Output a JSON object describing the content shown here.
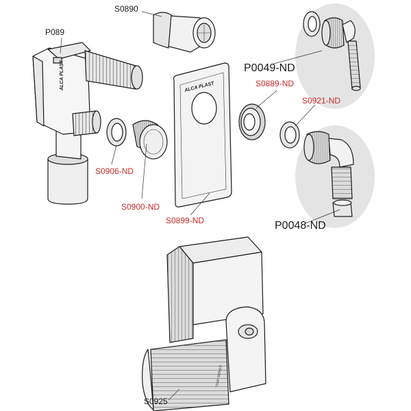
{
  "labels": {
    "p089": "P089",
    "s0890": "S0890",
    "p0049": "P0049-ND",
    "s0889": "S0889-ND",
    "s0921": "S0921-ND",
    "s0906": "S0906-ND",
    "s0900": "S0900-ND",
    "s0899": "S0899-ND",
    "p0048": "P0048-ND",
    "s0925": "S0925"
  },
  "logo_text": "ALCA PLAST",
  "colors": {
    "part_label": "#1a1a1a",
    "accessory_label": "#cc2a2a",
    "highlight_fill": "#e4e4e4",
    "part_fill": "#f4f4f4",
    "thread_fill": "#d8d8d8"
  }
}
